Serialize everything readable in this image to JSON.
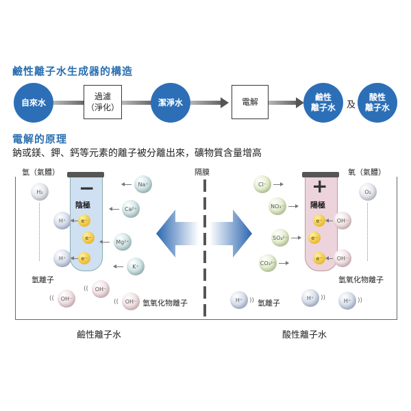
{
  "title_structure": "鹼性離子水生成器的構造",
  "flow": {
    "tap_water": "自來水",
    "filter_line1": "過濾",
    "filter_line2": "（淨化）",
    "clean_water": "潔淨水",
    "electrolysis": "電解",
    "alkaline_line1": "鹼性",
    "alkaline_line2": "離子水",
    "and": "及",
    "acidic_line1": "酸性",
    "acidic_line2": "離子水"
  },
  "title_principle": "電解的原理",
  "subtitle": "鈉或鎂、鉀、鈣等元素的離子被分離出來，礦物質含量增高",
  "diagram": {
    "hydrogen_gas": "氫（氣體）",
    "oxygen_gas": "氧（氣體）",
    "membrane": "隔膜",
    "cathode_sign": "−",
    "cathode": "陰極",
    "anode_sign": "+",
    "anode": "陽極",
    "h2": "H₂",
    "o2": "O₂",
    "na": "Na⁺",
    "ca": "Ca²⁺",
    "mg": "Mg²⁺",
    "k": "K⁺",
    "hplus": "H⁺",
    "electron": "e⁻",
    "oh": "OH⁻",
    "cl": "Cl⁻",
    "no3": "NO₃⁻",
    "so4": "SO₄²⁻",
    "co3": "CO₃²⁻",
    "hydrogen_ion": "氫離子",
    "hydroxide_ion": "氫氧化物離子",
    "alkaline_water": "鹼性離子水",
    "acidic_water": "酸性離子水"
  }
}
